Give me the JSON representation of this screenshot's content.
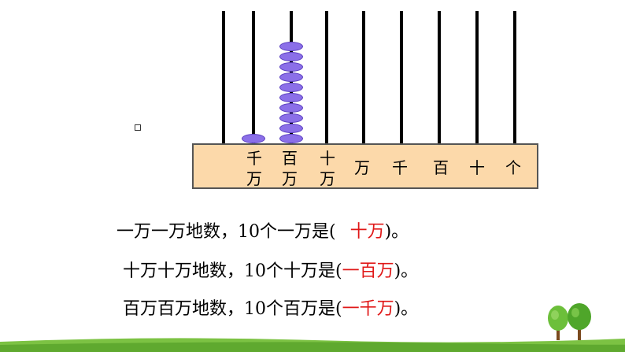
{
  "abacus": {
    "place_labels": [
      {
        "top": "千",
        "bottom": "万"
      },
      {
        "top": "百",
        "bottom": "万"
      },
      {
        "top": "十",
        "bottom": "万"
      },
      {
        "top": "万"
      },
      {
        "top": "千"
      },
      {
        "top": "百"
      },
      {
        "top": "十"
      },
      {
        "top": "个"
      }
    ],
    "beads_per_rod": [
      0,
      1,
      10,
      0,
      0,
      0,
      0,
      0,
      0
    ],
    "bead_color": "#8b6fe8"
  },
  "lines": [
    {
      "text": "一万一万地数，10个一万是(",
      "answer": "十万",
      "tail": ")。"
    },
    {
      "text": "十万十万地数，10个十万是(",
      "answer": "一百万",
      "tail": ")。"
    },
    {
      "text": "百万百万地数，10个百万是(",
      "answer": "一千万",
      "tail": ")。"
    }
  ],
  "colors": {
    "answer": "#e01818",
    "panel": "#fcd9aa",
    "grass": "#7cc243"
  }
}
